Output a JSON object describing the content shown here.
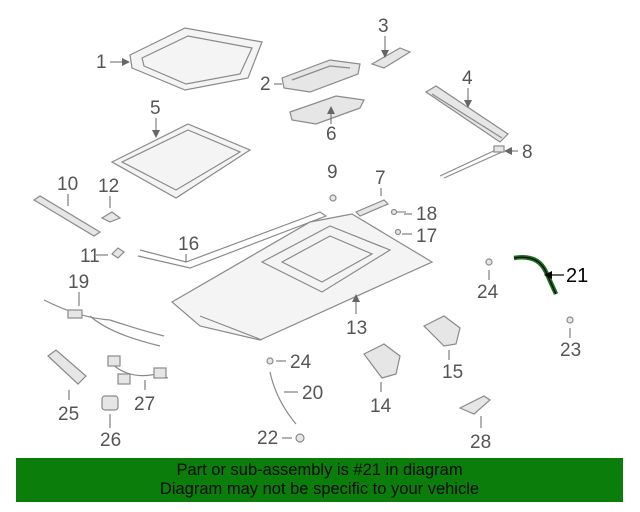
{
  "callouts": {
    "c1": "1",
    "c2": "2",
    "c3": "3",
    "c4": "4",
    "c5": "5",
    "c6": "6",
    "c7": "7",
    "c8": "8",
    "c9": "9",
    "c10": "10",
    "c11": "11",
    "c12": "12",
    "c13": "13",
    "c14": "14",
    "c15": "15",
    "c16": "16",
    "c17": "17",
    "c18": "18",
    "c19": "19",
    "c20": "20",
    "c21": "21",
    "c22": "22",
    "c23": "23",
    "c24a": "24",
    "c24b": "24",
    "c25": "25",
    "c26": "26",
    "c27": "27",
    "c28": "28"
  },
  "highlight": {
    "part_number": "21",
    "color": "#1e6b1e"
  },
  "banner": {
    "line1": "Part or sub-assembly is #21 in diagram",
    "line2": "Diagram may not be specific to your vehicle",
    "background": "#0b7d0b"
  }
}
